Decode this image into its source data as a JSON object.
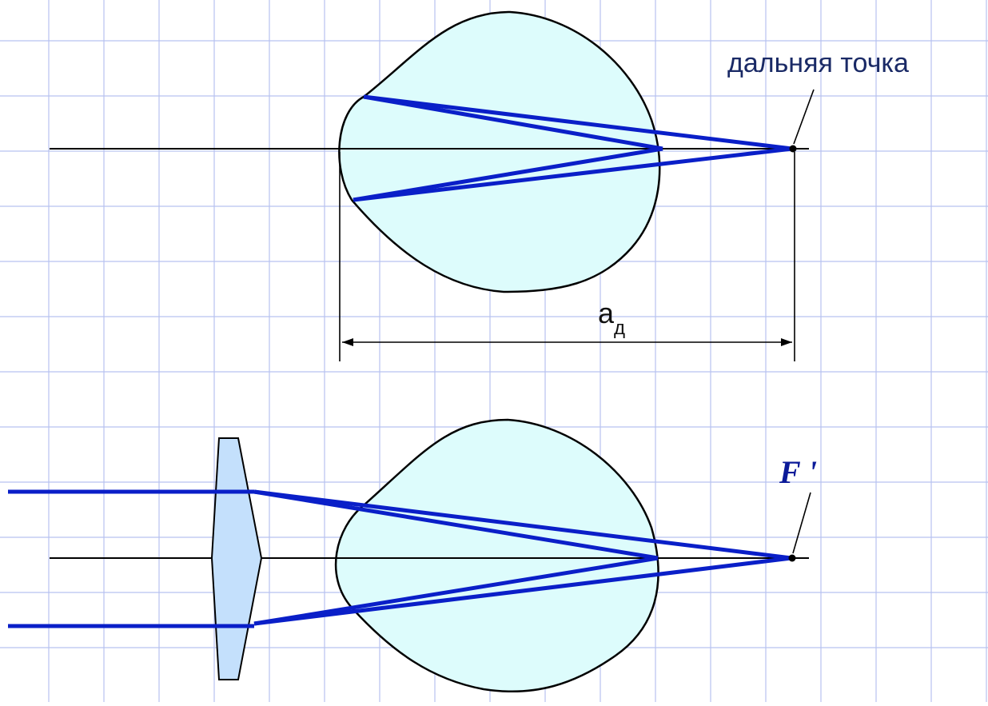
{
  "labels": {
    "far_point": "дальняя точка",
    "distance_main": "a",
    "distance_sub": "д",
    "focus": "F '"
  },
  "colors": {
    "grid": "#b8c2f0",
    "eye_fill": "#ddfcfc",
    "lens_fill": "#c4e0fc",
    "ray": "#0a1fc8",
    "outline": "#000000"
  }
}
